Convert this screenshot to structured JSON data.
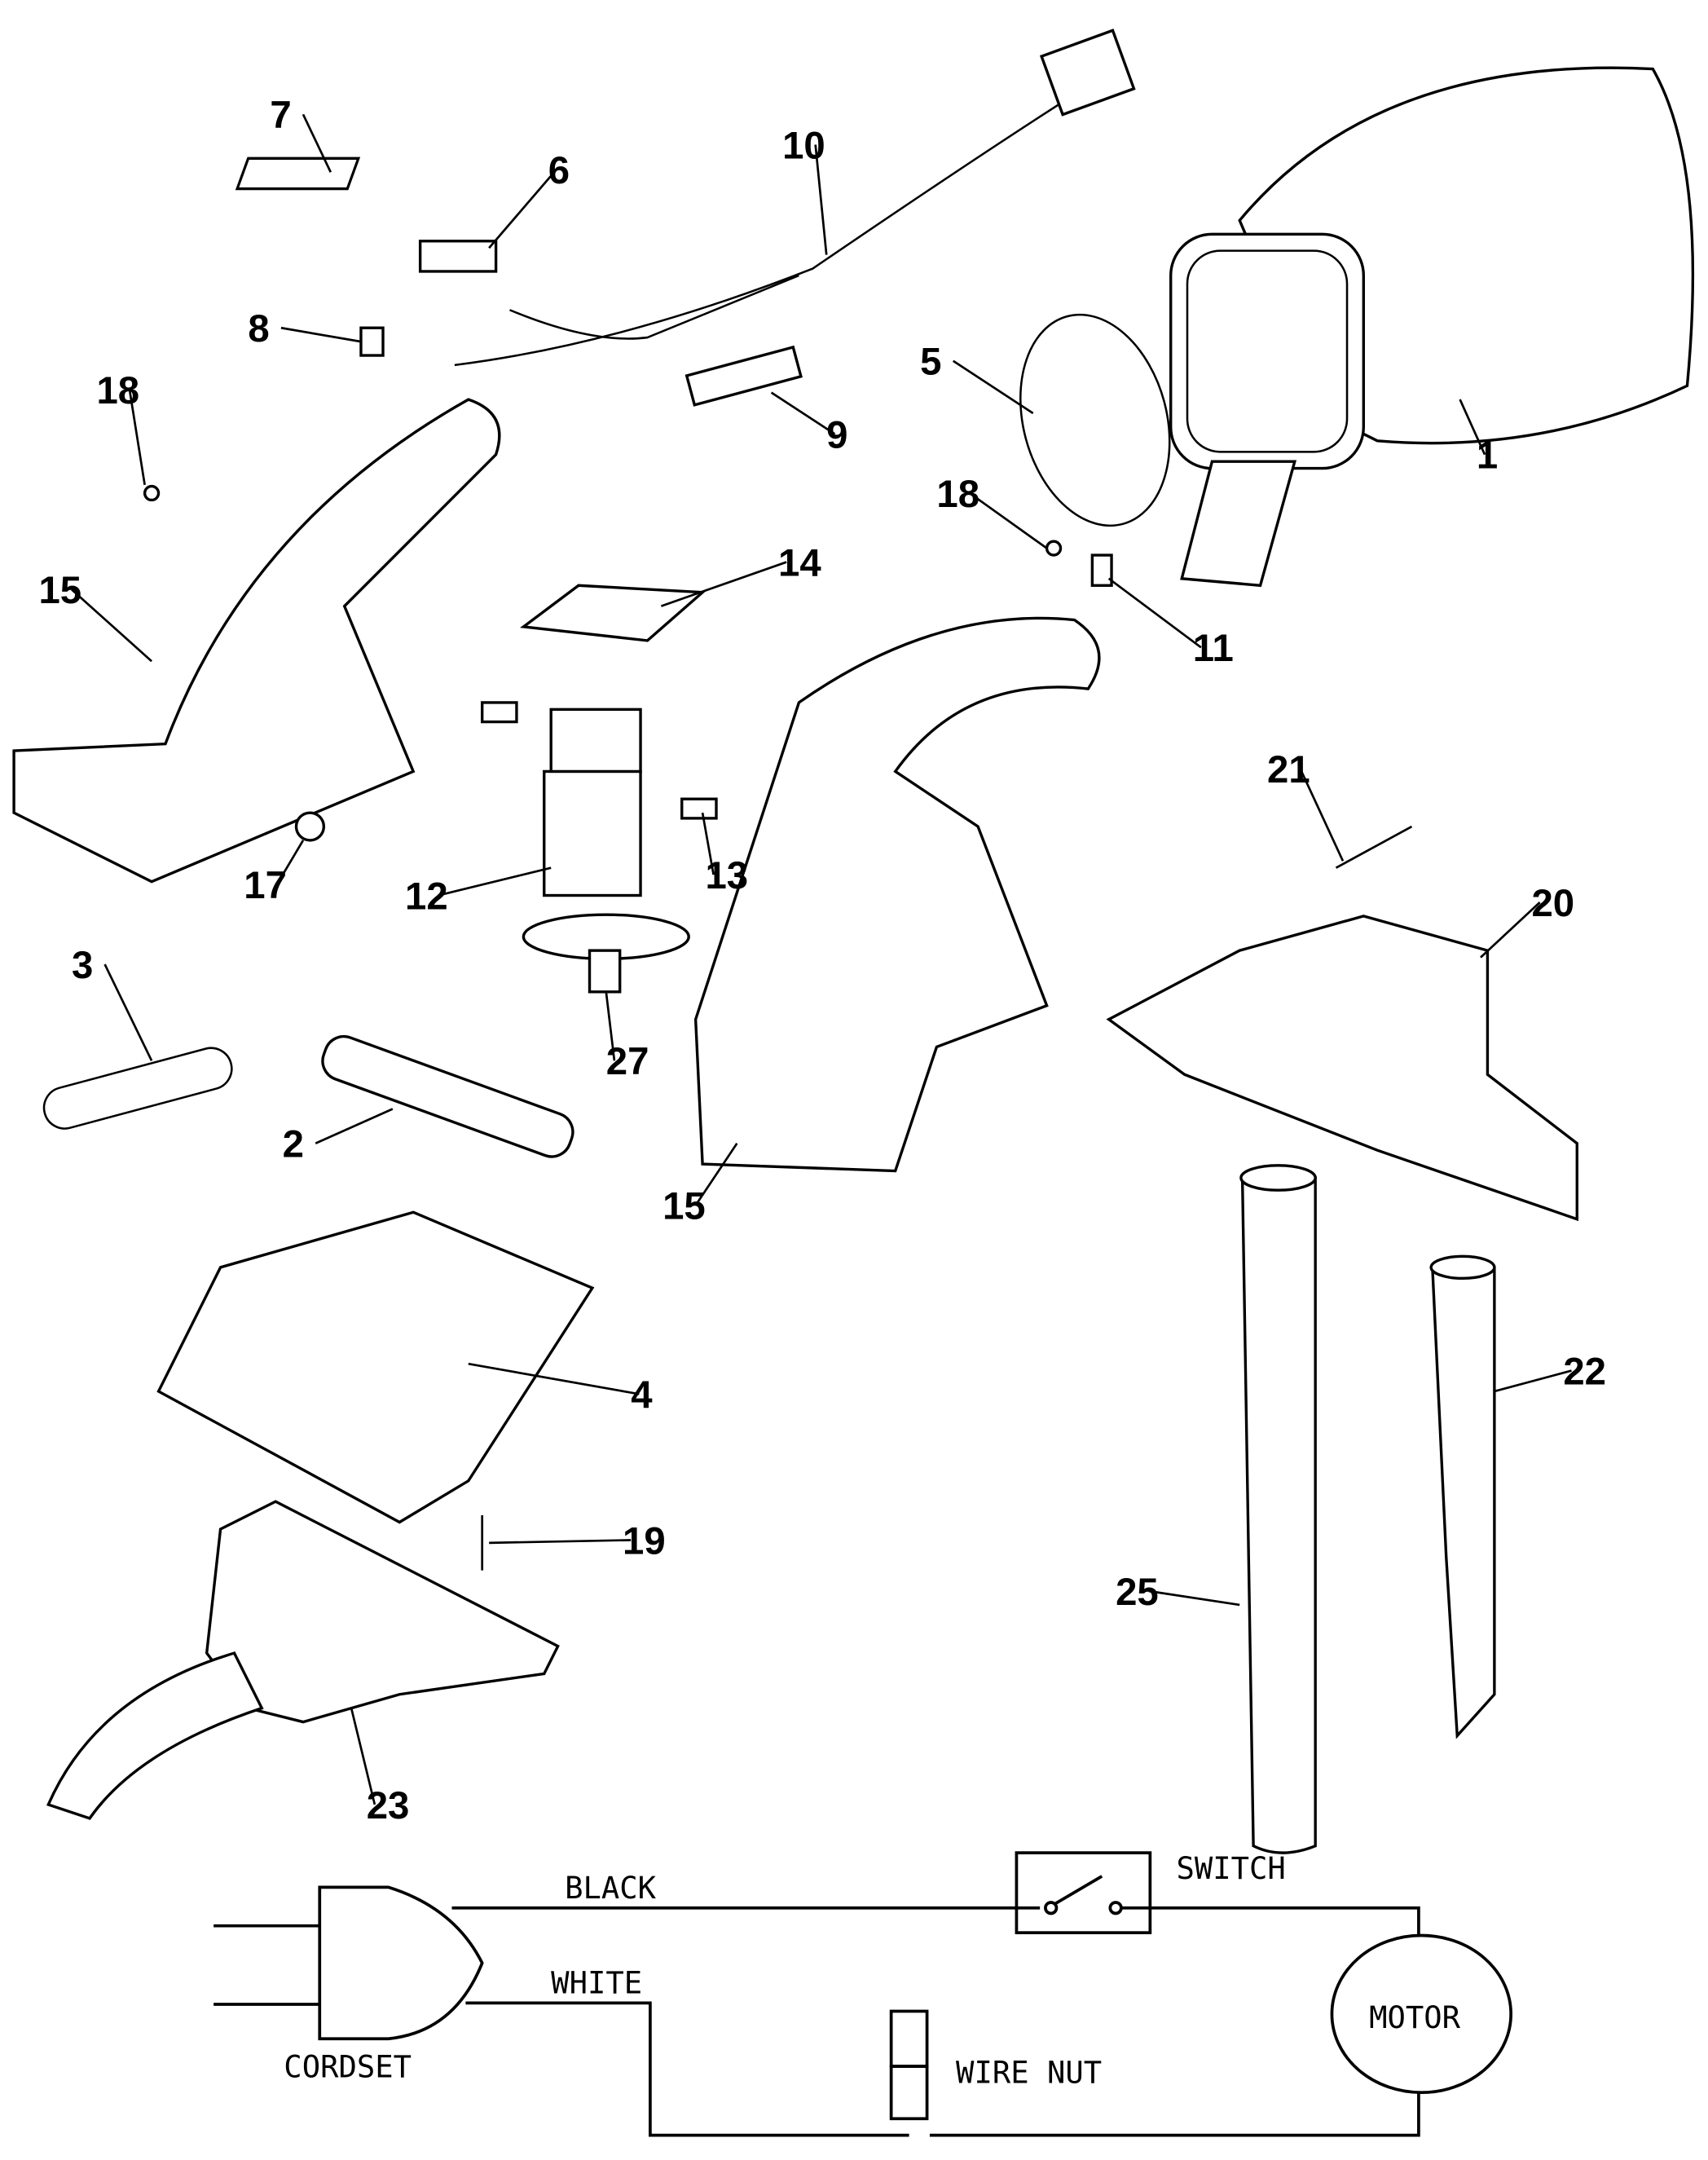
{
  "parts": [
    "1",
    "2",
    "3",
    "4",
    "5",
    "6",
    "7",
    "8",
    "9",
    "10",
    "11",
    "12",
    "13",
    "14",
    "15",
    "15",
    "17",
    "18",
    "18",
    "19",
    "20",
    "21",
    "22",
    "23",
    "25",
    "27"
  ],
  "wiring": {
    "black": "BLACK",
    "white": "WHITE",
    "switch": "SWITCH",
    "cordset": "CORDSET",
    "wire_nut": "WIRE NUT",
    "motor": "MOTOR"
  }
}
